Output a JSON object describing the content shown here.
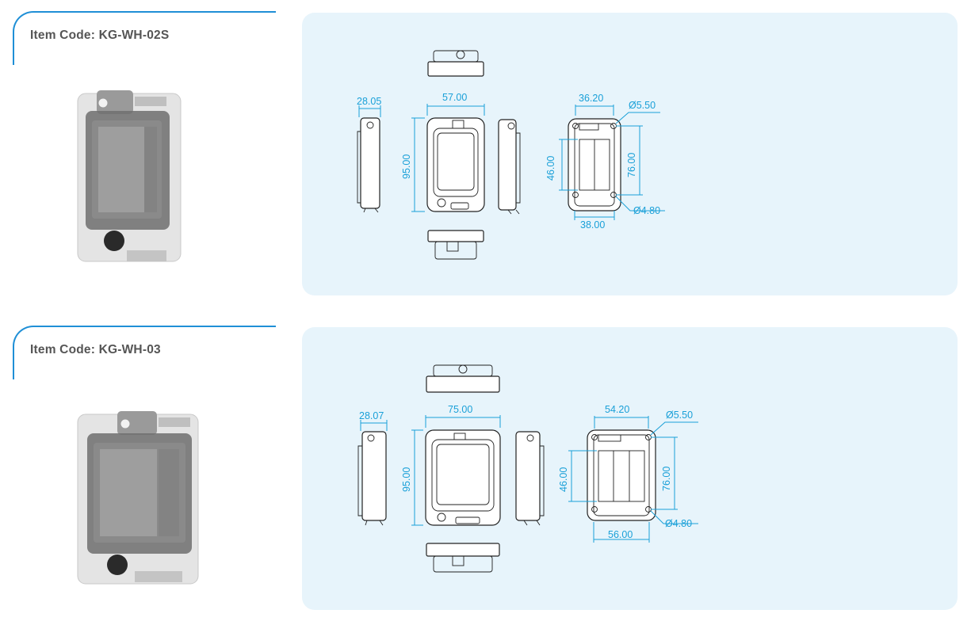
{
  "products": [
    {
      "item_code": "Item Code: KG-WH-02S",
      "dims": {
        "depth": "28.05",
        "width": "57.00",
        "height": "95.00",
        "mount_width": "36.20",
        "hole_top": "Ø5.50",
        "inner_height": "46.00",
        "mount_height": "76.00",
        "hole_bottom": "Ø4.80",
        "base_width": "38.00"
      }
    },
    {
      "item_code": "Item Code: KG-WH-03",
      "dims": {
        "depth": "28.07",
        "width": "75.00",
        "height": "95.00",
        "mount_width": "54.20",
        "hole_top": "Ø5.50",
        "inner_height": "46.00",
        "mount_height": "76.00",
        "hole_bottom": "Ø4.80",
        "base_width": "56.00"
      }
    }
  ]
}
